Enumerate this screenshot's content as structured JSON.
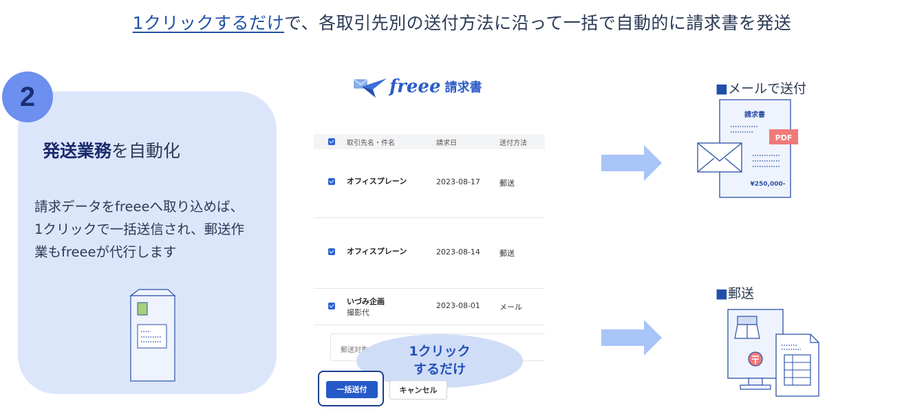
{
  "headline": {
    "underlined": "1クリックするだけ",
    "rest": "で、各取引先別の送付方法に沿って一括で自動的に請求書を発送"
  },
  "card": {
    "step_number": "2",
    "title_bold": "発送業務",
    "title_rest": "を自動化",
    "description_lines": [
      "請求データをfreeeへ取り込めば、",
      "1クリックで一括送信され、郵送作",
      "業もfreeeが代行します"
    ],
    "letterbox_text": "......\n........"
  },
  "app": {
    "logo_text": "freee",
    "logo_sub": "請求書",
    "table_headers": {
      "name": "取引先名・件名",
      "date": "請求日",
      "method": "送付方法"
    },
    "rows": [
      {
        "name": "オフィスプレーン",
        "subject": "",
        "date": "2023-08-17",
        "method": "郵送"
      },
      {
        "name": "オフィスプレーン",
        "subject": "",
        "date": "2023-08-14",
        "method": "郵送"
      },
      {
        "name": "いづみ企画",
        "subject": "撮影代",
        "date": "2023-08-01",
        "method": "メール"
      }
    ],
    "target_label": "郵送対象",
    "bubble_lines": [
      "1クリック",
      "するだけ"
    ],
    "send_button": "一括送付",
    "cancel_button": "キャンセル"
  },
  "right": {
    "mail": {
      "label_marker": "■",
      "label": "メールで送付",
      "doc_title": "請求書",
      "pdf_badge": "PDF",
      "amount": "¥250,000-"
    },
    "post": {
      "label_marker": "■",
      "label": "郵送"
    }
  },
  "colors": {
    "accent": "#2559c8",
    "card_bg": "#dce6fb",
    "step_circle": "#6c8ff0",
    "arrow": "#a9c4f7",
    "pdf_badge": "#f07a7a",
    "stamp": "#f07a7a"
  }
}
